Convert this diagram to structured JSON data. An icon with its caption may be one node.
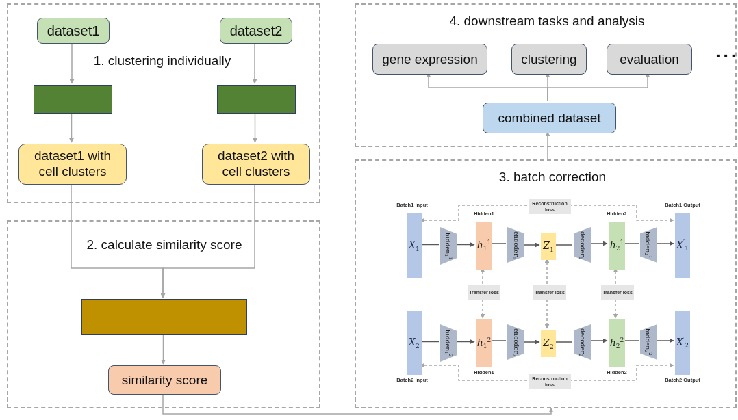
{
  "diagram": {
    "nodes": [
      {
        "text": [
          "1. clustering individually"
        ]
      },
      {
        "text": [
          "dataset1"
        ],
        "in": 0
      },
      {
        "text": [
          "dataset2"
        ],
        "in": 0
      },
      {
        "text": [],
        "shape": "box",
        "in": 0
      },
      {
        "text": [],
        "shape": "box",
        "in": 0
      },
      {
        "text": [
          "dataset1 with cell clusters"
        ],
        "in": 0
      },
      {
        "text": [
          "dataset2 with cell clusters"
        ],
        "in": 0
      },
      {
        "text": [
          "2. calculate similarity score"
        ]
      },
      {
        "text": [],
        "shape": "box",
        "in": 7
      },
      {
        "text": [
          "similarity score"
        ],
        "in": 7
      },
      {
        "text": [
          "4. downstream tasks and analysis"
        ]
      },
      {
        "text": [
          "gene expression"
        ],
        "in": 10
      },
      {
        "text": [
          "clustering"
        ],
        "in": 10
      },
      {
        "text": [
          "evaluation"
        ],
        "in": 10
      },
      {
        "text": [
          "combined dataset"
        ],
        "in": 10
      },
      {
        "text": [
          "3. batch correction"
        ]
      },
      {
        "text": [
          "*X*$_{1}$"
        ],
        "beside": [
          "Batch1 Input"
        ],
        "in": 15
      },
      {
        "text": [
          "hidden$_{1}$$^{1}$"
        ],
        "in": 15
      },
      {
        "text": [
          "*h*$_{1}$$^{1}$"
        ],
        "beside": [
          "Hidden1"
        ],
        "in": 15
      },
      {
        "text": [
          "encoder$_{1}$"
        ],
        "in": 15
      },
      {
        "text": [
          "*Z*$_{1}$"
        ],
        "in": 15
      },
      {
        "text": [
          "decoder$_{1}$"
        ],
        "in": 15
      },
      {
        "text": [
          "*h*$_{2}$$^{1}$"
        ],
        "beside": [
          "Hidden2"
        ],
        "in": 15
      },
      {
        "text": [
          "hidden$_{2}$$^{1}$"
        ],
        "in": 15
      },
      {
        "text": [
          "*X*$^{′}$$_{1}$"
        ],
        "beside": [
          "Batch1 Output"
        ],
        "in": 15
      },
      {
        "text": [
          "Reconstruction loss"
        ],
        "in": 15
      },
      {
        "text": [
          "Transfer loss"
        ],
        "in": 15
      },
      {
        "text": [
          "Transfer loss"
        ],
        "in": 15
      },
      {
        "text": [
          "Transfer loss"
        ],
        "in": 15
      },
      {
        "text": [
          "*X*$_{2}$"
        ],
        "beside": [
          "Batch2 Input"
        ],
        "in": 15
      },
      {
        "text": [
          "hidden$_{1}$$^{2}$"
        ],
        "in": 15
      },
      {
        "text": [
          "*h*$_{1}$$^{2}$"
        ],
        "beside": [
          "Hidden1"
        ],
        "in": 15
      },
      {
        "text": [
          "encoder$_{2}$"
        ],
        "in": 15
      },
      {
        "text": [
          "*Z*$_{2}$"
        ],
        "in": 15
      },
      {
        "text": [
          "decoder$_{2}$"
        ],
        "in": 15
      },
      {
        "text": [
          "*h*$_{2}$$^{2}$"
        ],
        "beside": [
          "Hidden2"
        ],
        "in": 15
      },
      {
        "text": [
          "hidden$_{2}$$^{2}$"
        ],
        "in": 15
      },
      {
        "text": [
          "*X*$^{′}$$_{2}$"
        ],
        "beside": [
          "Batch2 Output"
        ],
        "in": 15
      },
      {
        "text": [
          "Reconstruction loss"
        ],
        "in": 15
      }
    ],
    "edges": [
      {
        "from": 1,
        "to": 3,
        "arrow": "to"
      },
      {
        "from": 3,
        "to": 5,
        "arrow": "to"
      },
      {
        "from": 2,
        "to": 4,
        "arrow": "to"
      },
      {
        "from": 4,
        "to": 6,
        "arrow": "to"
      },
      {
        "from": 5,
        "to": 8,
        "arrow": "to"
      },
      {
        "from": 6,
        "to": 8,
        "arrow": "to"
      },
      {
        "from": 8,
        "to": 9,
        "arrow": "to"
      },
      {
        "from": 9,
        "to": 15,
        "arrow": "to"
      },
      {
        "from": 15,
        "to": 14,
        "arrow": "to"
      },
      {
        "from": 14,
        "to": 11,
        "arrow": "to"
      },
      {
        "from": 14,
        "to": 12,
        "arrow": "to"
      },
      {
        "from": 14,
        "to": 13,
        "arrow": "to"
      },
      {
        "from": 16,
        "to": 17,
        "arrow": "none",
        "color": "#595959"
      },
      {
        "from": 17,
        "to": 18,
        "arrow": "to",
        "color": "#595959"
      },
      {
        "from": 18,
        "to": 19,
        "arrow": "none",
        "color": "#595959"
      },
      {
        "from": 19,
        "to": 20,
        "arrow": "to",
        "color": "#595959"
      },
      {
        "from": 20,
        "to": 21,
        "arrow": "none",
        "color": "#595959"
      },
      {
        "from": 21,
        "to": 22,
        "arrow": "to",
        "color": "#595959"
      },
      {
        "from": 22,
        "to": 23,
        "arrow": "none",
        "color": "#595959"
      },
      {
        "from": 23,
        "to": 24,
        "arrow": "to",
        "color": "#595959"
      },
      {
        "from": 29,
        "to": 30,
        "arrow": "none",
        "color": "#595959"
      },
      {
        "from": 30,
        "to": 31,
        "arrow": "to",
        "color": "#595959"
      },
      {
        "from": 31,
        "to": 32,
        "arrow": "none",
        "color": "#595959"
      },
      {
        "from": 32,
        "to": 33,
        "arrow": "to",
        "color": "#595959"
      },
      {
        "from": 33,
        "to": 34,
        "arrow": "none",
        "color": "#595959"
      },
      {
        "from": 34,
        "to": 35,
        "arrow": "to",
        "color": "#595959"
      },
      {
        "from": 35,
        "to": 36,
        "arrow": "none",
        "color": "#595959"
      },
      {
        "from": 36,
        "to": 37,
        "arrow": "to",
        "color": "#595959"
      },
      {
        "from": 25,
        "to": 16,
        "arrow": "to",
        "style": "dashed"
      },
      {
        "from": 25,
        "to": 24,
        "arrow": "to",
        "style": "dashed"
      },
      {
        "from": 26,
        "to": 18,
        "arrow": "to",
        "style": "dashed"
      },
      {
        "from": 26,
        "to": 31,
        "arrow": "to",
        "style": "dashed"
      },
      {
        "from": 27,
        "to": 20,
        "arrow": "to",
        "style": "dashed"
      },
      {
        "from": 27,
        "to": 33,
        "arrow": "to",
        "style": "dashed"
      },
      {
        "from": 28,
        "to": 22,
        "arrow": "to",
        "style": "dashed"
      },
      {
        "from": 28,
        "to": 35,
        "arrow": "to",
        "style": "dashed"
      },
      {
        "from": 38,
        "to": 29,
        "arrow": "to",
        "style": "dashed"
      },
      {
        "from": 38,
        "to": 37,
        "arrow": "to",
        "style": "dashed"
      }
    ],
    "labels": [
      "···"
    ]
  }
}
